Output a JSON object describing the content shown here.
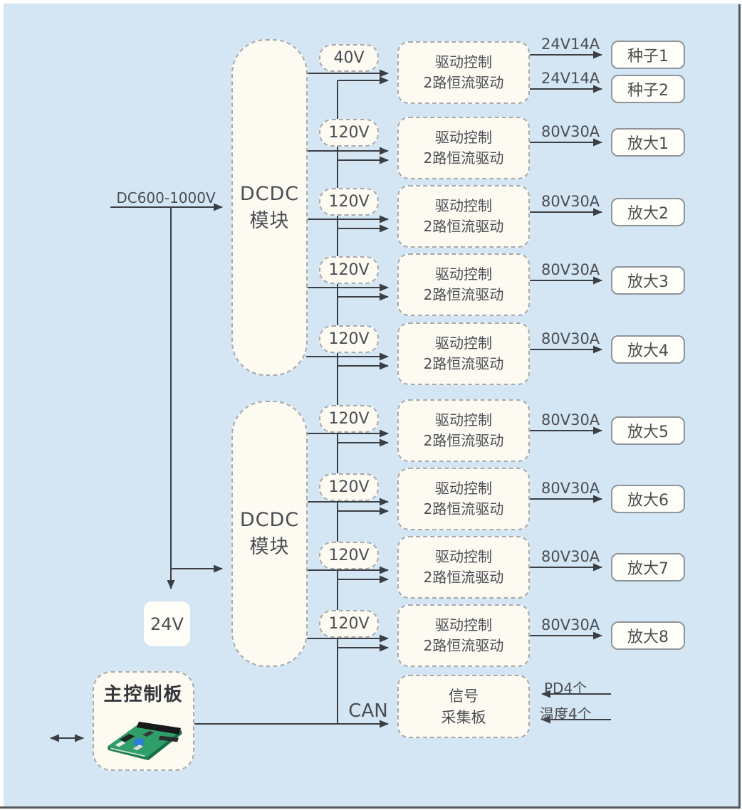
{
  "diagram": {
    "input_label": "DC600-1000V",
    "aux_output_label": "24V",
    "can_bus_label": "CAN",
    "dcdc_modules": [
      {
        "label_lines": [
          "DCDC",
          "模块"
        ]
      },
      {
        "label_lines": [
          "DCDC",
          "模块"
        ]
      }
    ],
    "rows": [
      {
        "voltage": "40V",
        "drive": [
          "驱动控制",
          "2路恒流驱动"
        ],
        "outputs": [
          {
            "label": "24V14A",
            "target": "种子1"
          },
          {
            "label": "24V14A",
            "target": "种子2"
          }
        ]
      },
      {
        "voltage": "120V",
        "drive": [
          "驱动控制",
          "2路恒流驱动"
        ],
        "outputs": [
          {
            "label": "80V30A",
            "target": "放大1"
          }
        ]
      },
      {
        "voltage": "120V",
        "drive": [
          "驱动控制",
          "2路恒流驱动"
        ],
        "outputs": [
          {
            "label": "80V30A",
            "target": "放大2"
          }
        ]
      },
      {
        "voltage": "120V",
        "drive": [
          "驱动控制",
          "2路恒流驱动"
        ],
        "outputs": [
          {
            "label": "80V30A",
            "target": "放大3"
          }
        ]
      },
      {
        "voltage": "120V",
        "drive": [
          "驱动控制",
          "2路恒流驱动"
        ],
        "outputs": [
          {
            "label": "80V30A",
            "target": "放大4"
          }
        ]
      },
      {
        "voltage": "120V",
        "drive": [
          "驱动控制",
          "2路恒流驱动"
        ],
        "outputs": [
          {
            "label": "80V30A",
            "target": "放大5"
          }
        ]
      },
      {
        "voltage": "120V",
        "drive": [
          "驱动控制",
          "2路恒流驱动"
        ],
        "outputs": [
          {
            "label": "80V30A",
            "target": "放大6"
          }
        ]
      },
      {
        "voltage": "120V",
        "drive": [
          "驱动控制",
          "2路恒流驱动"
        ],
        "outputs": [
          {
            "label": "80V30A",
            "target": "放大7"
          }
        ]
      },
      {
        "voltage": "120V",
        "drive": [
          "驱动控制",
          "2路恒流驱动"
        ],
        "outputs": [
          {
            "label": "80V30A",
            "target": "放大8"
          }
        ]
      }
    ],
    "main_board": {
      "title": "主控制板",
      "image": "pcb-photo"
    },
    "signal_board": {
      "label_lines": [
        "信号",
        "采集板"
      ],
      "inputs": [
        "PD4个",
        "温度4个"
      ]
    },
    "colors": {
      "background": "#d4e6f3",
      "box_fill": "#fdfaf2",
      "solid_box_fill": "#fffdf7",
      "dashed_border": "#a6abb1",
      "solid_border": "#8f949a",
      "line": "#3b3f44",
      "text": "#4a4e53",
      "frame": "#54585d"
    }
  }
}
